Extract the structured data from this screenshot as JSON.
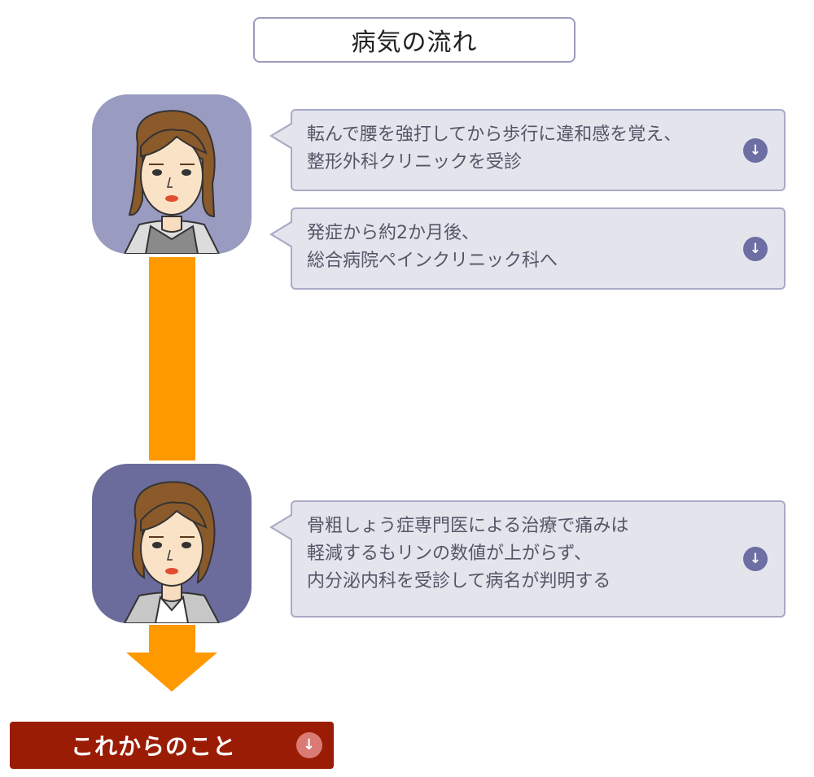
{
  "header": {
    "title": "病気の流れ"
  },
  "colors": {
    "avatar1_bg": "#9a9bc0",
    "avatar2_bg": "#6b6c9b",
    "timeline": "#ff9900",
    "bubble_bg": "#e4e4ed",
    "future_button": "#9b1c05"
  },
  "timeline": [
    {
      "line1": "転んで腰を強打してから歩行に違和感を覚え、",
      "line2": "整形外科クリニックを受診",
      "icon": "arrow-down-circle-icon"
    },
    {
      "line1": "発症から約2か月後、",
      "line2": "総合病院ペインクリニック科へ",
      "icon": "arrow-down-circle-icon"
    },
    {
      "line1": "骨粗しょう症専門医による治療で痛みは",
      "line2": "軽減するもリンの数値が上がらず、",
      "line3": "内分泌内科を受診して病名が判明する",
      "icon": "arrow-down-circle-icon"
    }
  ],
  "future": {
    "label": "これからのこと",
    "icon": "arrow-down-circle-icon"
  }
}
